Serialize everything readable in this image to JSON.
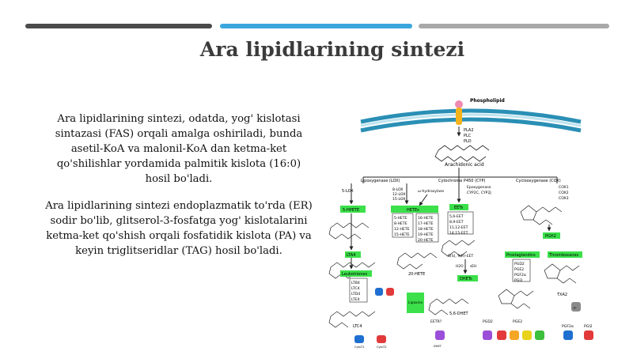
{
  "slide": {
    "title": "Ara lipidlarining sintezi",
    "paragraph1": "Ara lipidlarining sintezi, odatda, yog' kislotasi sintazasi (FAS) orqali amalga oshiriladi, bunda asetil-KoA va malonil-KoA dan ketma-ket qo'shilishlar yordamida palmitik kislota (16:0) hosil bo'ladi.",
    "paragraph2": "Ara lipidlarining sintezi endoplazmatik to'rda (ER) sodir bo'lib, glitserol-3-fosfatga yog' kislotalarini ketma-ket qo'shish orqali fosfatidik kislota (PA) va keyin triglitseridlar (TAG) hosil bo'ladi."
  },
  "diagram": {
    "phospholipid": "Phospholipid",
    "enzymes": [
      "PLA2",
      "PLC",
      "PLD"
    ],
    "arachidonic": "Arachidonic acid",
    "lox": {
      "branch": "Lipoxygenase (LOX)",
      "five_lox": "5-LOX",
      "others": [
        "8-LOX",
        "12-LOX",
        "15-LOX"
      ],
      "hpete": "5-HPETE",
      "hetes_box": "HETEs",
      "hetes": [
        "5-HETE",
        "8-HETE",
        "12-HETE",
        "15-HETE"
      ],
      "lta4": "LTA4",
      "leukotrienes": "Leukotrienes",
      "lt_list": [
        "LTB4",
        "LTC4",
        "LTD4",
        "LTE4"
      ],
      "ltc4": "LTC4",
      "lipoxins": "Lipoxins",
      "cyslt": [
        "CysLT1",
        "CysLT2"
      ]
    },
    "cyp": {
      "branch": "Cytochrome P450 (CYP)",
      "omega": "ω-hydroxylase",
      "omega_hetes": [
        "16-HETE",
        "17-HETE",
        "18-HETE",
        "19-HETE",
        "20-HETE"
      ],
      "twenty_hete": "20-HETE",
      "epoxygenase": "Epoxygenase",
      "cyp_enzymes": "CYP2C, CYP2J",
      "eets_box": "EETs",
      "eets": [
        "5,6-EET",
        "8,9-EET",
        "11,12-EET",
        "14,15-EET"
      ],
      "eet_example": "8(S), 9(R)-EET",
      "h2o": "H2O",
      "seh": "sEH",
      "dhets": "DHETs",
      "dhet": "5,6-DHET",
      "eetr": "EETR?",
      "dhet_label": "DHET"
    },
    "cox": {
      "branch": "Cyclooxygenase (COX)",
      "isoforms": [
        "COX1",
        "COX2",
        "COX3"
      ],
      "pgh2": "PGH2",
      "prostaglandins": "Prostaglandins",
      "thromboxanes": "Thromboxanes",
      "pg_list": [
        "PGD2",
        "PGE2",
        "PGF2α",
        "PGI2"
      ],
      "txa2": "TXA2",
      "tp": "TP",
      "pgd2": "PGD2",
      "pge2": "PGE2",
      "pgf2a": "PGF2α",
      "pgi2": "PGI2"
    }
  }
}
